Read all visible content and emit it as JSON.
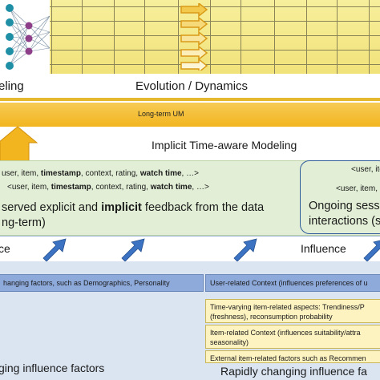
{
  "top": {
    "left_label": "eling",
    "evolution_label": "Evolution / Dynamics"
  },
  "longterm": {
    "label": "Long-term UM"
  },
  "implicit": {
    "label": "Implicit Time-aware Modeling"
  },
  "feedback": {
    "tuple1": [
      "user, item, ",
      "timestamp",
      ", context, rating, ",
      "watch time",
      ", …>"
    ],
    "tuple2": [
      "<user, item, ",
      "timestamp",
      ", context, rating, ",
      "watch time",
      ", …>"
    ],
    "observed_line": [
      "served explicit and ",
      "implicit",
      " feedback from the data"
    ],
    "observed_sub": "ng-term)",
    "session_tuple1": "<user, ite",
    "session_tuple2": "<user, item,",
    "session_line1": "Ongoing sessi",
    "session_line2": "interactions (s"
  },
  "influence": {
    "left_label": "ce",
    "right_label": "Influence"
  },
  "factors": {
    "slow_box": "hanging factors,  such as Demographics, Personality",
    "user_ctx": "User-related Context (influences preferences of u",
    "time_varying_1": "Time-varying item-related aspects: Trendiness/P",
    "time_varying_2": "(freshness), reconsumption probability",
    "item_ctx_1": "Item-related Context (influences suitability/attra",
    "item_ctx_2": "seasonality)",
    "external": "External item-related factors such as Recommen",
    "slow_label": "ging influence factors",
    "rapid_label": "Rapidly changing influence fa"
  }
}
